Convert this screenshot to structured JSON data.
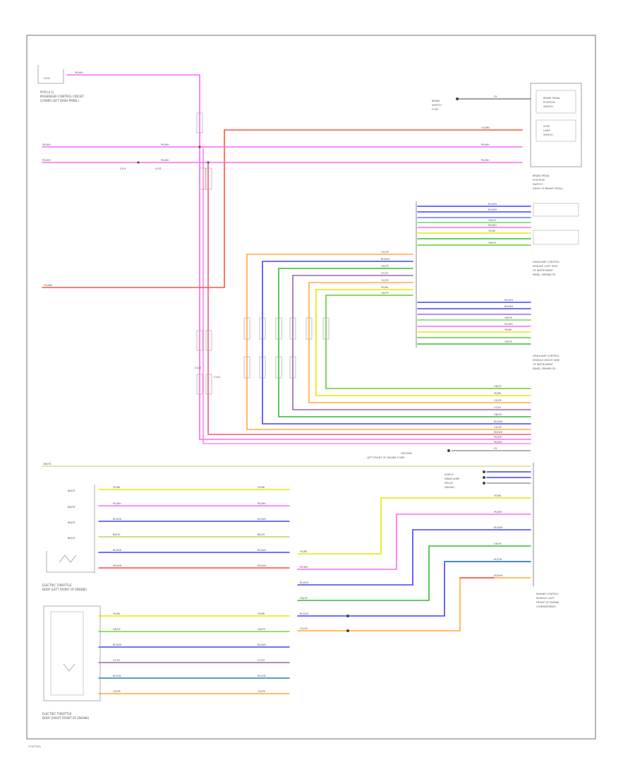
{
  "footer": {
    "code": "1*1073(3)"
  },
  "colors": {
    "pink": "#ff66ff",
    "red": "#ff4444",
    "orange": "#ff6622",
    "blue": "#4040ff",
    "yellow": "#e8e800",
    "green": "#33bb33",
    "violet": "#9966aa",
    "peach": "#ffaa44",
    "teal": "#2288aa",
    "olive": "#999933",
    "lime": "#99ee33",
    "ltgreen": "#66dd66",
    "gray": "#888888"
  },
  "labels": {
    "pcm": [
      "PCM (4.1)",
      "PASSENGER CONTROL CIRCUIT",
      "(LOWER LEFT DASH PANEL)"
    ],
    "brake_switch": [
      "BRAKE PEDAL",
      "POSITION",
      "SWITCH"
    ],
    "brake_switch2": [
      "STOP",
      "LAMP",
      "SWITCH"
    ],
    "brake_conn": [
      "BRAKE PEDAL",
      "POSITION",
      "SWITCH",
      "(REAR OF BRAKE PEDAL)"
    ],
    "brake_src": [
      "BRAKE",
      "SWITCH",
      "FUSE"
    ],
    "head_grp1": [
      "HEADLAMP CONTROL",
      "MODULE (LEFT SIDE",
      "OF INSTRUMENT",
      "PANEL, BEHIND IP)"
    ],
    "head_grp2": [
      "HEADLAMP CONTROL",
      "MODULE (RIGHT SIDE",
      "OF INSTRUMENT",
      "PANEL, BEHIND IP)"
    ],
    "left_conn_top": [
      "ELECTRIC THROTTLE",
      "BODY (LEFT FRONT OF ENGINE)"
    ],
    "left_conn_bot": [
      "ELECTRIC THROTTLE",
      "BODY (RIGHT FRONT OF ENGINE)"
    ],
    "ecm": [
      "ENGINE CONTROL",
      "MODULE (LEFT",
      "FRONT OF ENGINE",
      "COMPARTMENT)"
    ],
    "ground_note": [
      "GROUND",
      "LEFT FRONT OF ENGINE COMP."
    ],
    "shield_note": [
      "SHIELD",
      "DRAIN WIRE",
      "SPLICE",
      "(INLINE)"
    ],
    "s1": "S101",
    "s2": "S102",
    "s3": "S103",
    "s4": "S104"
  },
  "wire_codes": {
    "pink": "PK/WH",
    "red": "RD/WH",
    "orange": "OG/BN",
    "blue": "BU/WH",
    "yellow": "YE/BK",
    "green": "GN/YE",
    "violet": "VT/GY",
    "peach": "OG/YE",
    "teal": "BU/GN",
    "olive": "BN/YE",
    "gray": "GY"
  }
}
